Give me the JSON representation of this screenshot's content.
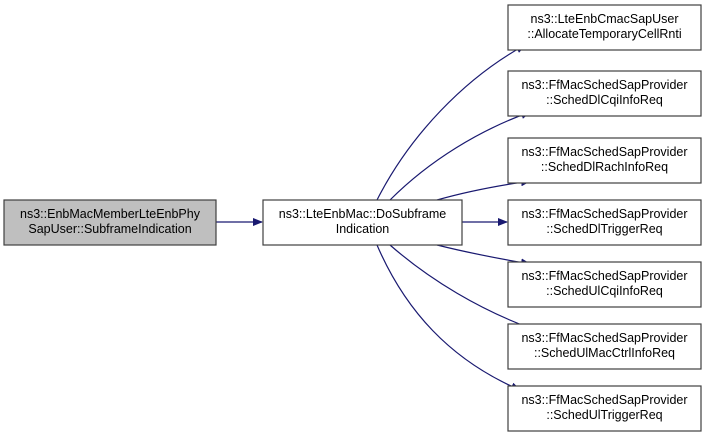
{
  "colors": {
    "edge": "#191970",
    "node_border": "#404040",
    "root_fill": "#bfbfbf",
    "node_fill": "#ffffff",
    "text": "#000000"
  },
  "graph": {
    "type": "call-graph",
    "nodes": [
      {
        "id": "n0",
        "lines": [
          "ns3::EnbMacMemberLteEnbPhy",
          "SapUser::SubframeIndication"
        ],
        "highlighted": true
      },
      {
        "id": "n1",
        "lines": [
          "ns3::LteEnbMac::DoSubframe",
          "Indication"
        ],
        "highlighted": false
      },
      {
        "id": "n2",
        "lines": [
          "ns3::LteEnbCmacSapUser",
          "::AllocateTemporaryCellRnti"
        ],
        "highlighted": false
      },
      {
        "id": "n3",
        "lines": [
          "ns3::FfMacSchedSapProvider",
          "::SchedDlCqiInfoReq"
        ],
        "highlighted": false
      },
      {
        "id": "n4",
        "lines": [
          "ns3::FfMacSchedSapProvider",
          "::SchedDlRachInfoReq"
        ],
        "highlighted": false
      },
      {
        "id": "n5",
        "lines": [
          "ns3::FfMacSchedSapProvider",
          "::SchedDlTriggerReq"
        ],
        "highlighted": false
      },
      {
        "id": "n6",
        "lines": [
          "ns3::FfMacSchedSapProvider",
          "::SchedUlCqiInfoReq"
        ],
        "highlighted": false
      },
      {
        "id": "n7",
        "lines": [
          "ns3::FfMacSchedSapProvider",
          "::SchedUlMacCtrlInfoReq"
        ],
        "highlighted": false
      },
      {
        "id": "n8",
        "lines": [
          "ns3::FfMacSchedSapProvider",
          "::SchedUlTriggerReq"
        ],
        "highlighted": false
      }
    ],
    "edges": [
      {
        "from": "n0",
        "to": "n1"
      },
      {
        "from": "n1",
        "to": "n2"
      },
      {
        "from": "n1",
        "to": "n3"
      },
      {
        "from": "n1",
        "to": "n4"
      },
      {
        "from": "n1",
        "to": "n5"
      },
      {
        "from": "n1",
        "to": "n6"
      },
      {
        "from": "n1",
        "to": "n7"
      },
      {
        "from": "n1",
        "to": "n8"
      }
    ]
  }
}
